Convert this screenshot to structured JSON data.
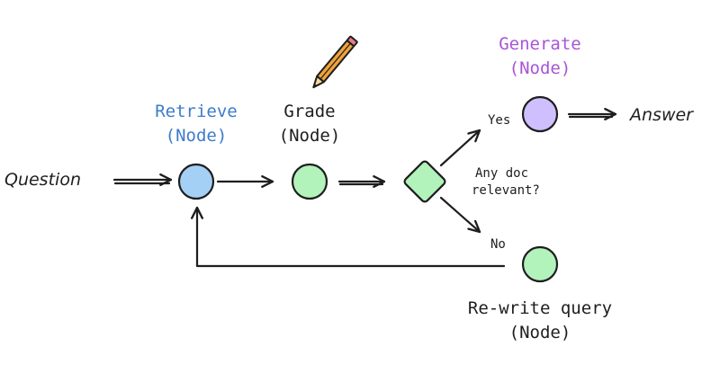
{
  "labels": {
    "question": "Question",
    "answer": "Answer",
    "yes": "Yes",
    "no": "No",
    "decision_line1": "Any doc",
    "decision_line2": "relevant?"
  },
  "nodes": {
    "retrieve": {
      "title": "Retrieve",
      "subtitle": "(Node)"
    },
    "grade": {
      "title": "Grade",
      "subtitle": "(Node)"
    },
    "generate": {
      "title": "Generate",
      "subtitle": "(Node)"
    },
    "rewrite": {
      "title": "Re-write query",
      "subtitle": "(Node)"
    }
  },
  "colors": {
    "retrieve_fill": "#a5d0f5",
    "retrieve_text": "#3d7cc9",
    "green_fill": "#b2f2bb",
    "generate_fill": "#d0bfff",
    "generate_text": "#a855d6",
    "pencil_body": "#f0a33a",
    "pencil_tip": "#e77c8d",
    "ink": "#1e1e1e"
  },
  "icons": {
    "pencil": "pencil-icon"
  }
}
